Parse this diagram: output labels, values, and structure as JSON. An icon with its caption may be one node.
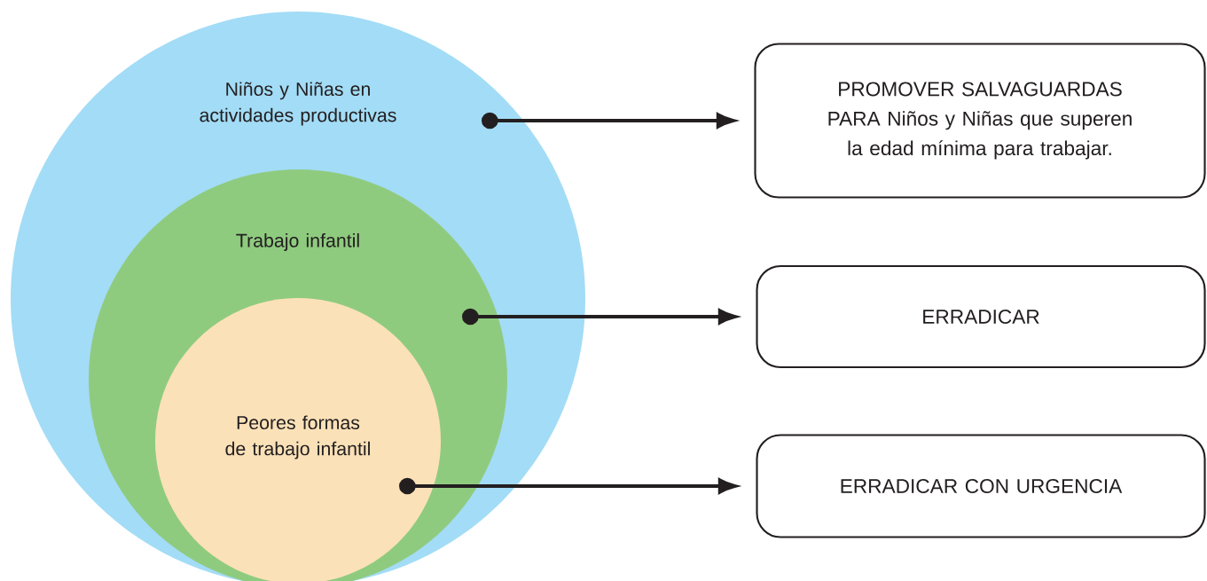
{
  "diagram": {
    "nodes": [
      {
        "text": [
          "Niños y Niñas en actividades productivas"
        ]
      },
      {
        "text": [
          "Trabajo infantil"
        ],
        "in": 0
      },
      {
        "text": [
          "Peores formas de trabajo infantil"
        ],
        "in": 1
      },
      {
        "text": [
          "PROMOVER SALVAGUARDAS PARA Niños y Niñas que superen la edad mínima para trabajar."
        ]
      },
      {
        "text": [
          "ERRADICAR"
        ]
      },
      {
        "text": [
          "ERRADICAR CON URGENCIA"
        ]
      }
    ],
    "edges": [
      {
        "from": 0,
        "to": 3,
        "arrow": "to"
      },
      {
        "from": 1,
        "to": 4,
        "arrow": "to"
      },
      {
        "from": 2,
        "to": 5,
        "arrow": "to"
      }
    ]
  }
}
